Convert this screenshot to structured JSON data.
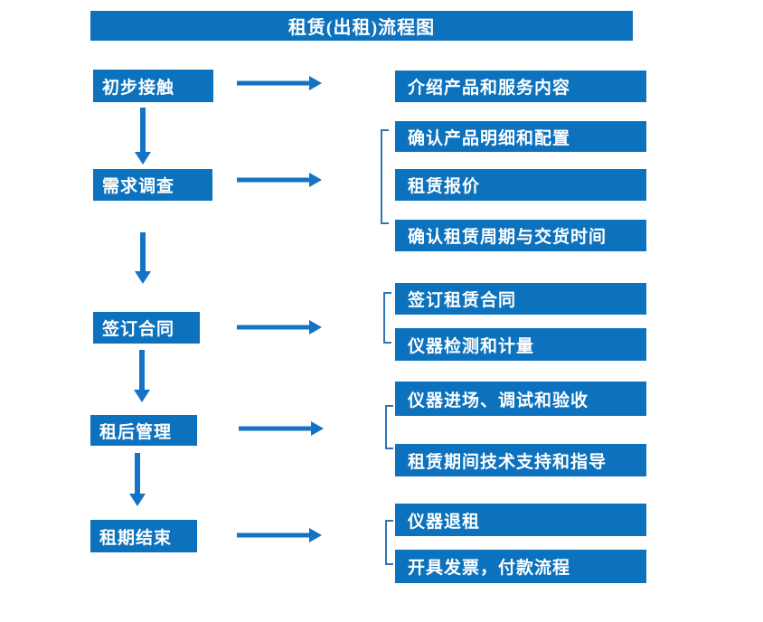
{
  "title": "租赁(出租)流程图",
  "colors": {
    "box_blue": "#0d72bd",
    "arrow_blue": "#1573c6",
    "bracket_blue": "#2e75b6",
    "text_white": "#ffffff",
    "background": "#ffffff"
  },
  "flow": [
    {
      "stage": "初步接触",
      "details": [
        "介绍产品和服务内容"
      ]
    },
    {
      "stage": "需求调查",
      "details": [
        "确认产品明细和配置",
        "租赁报价",
        "确认租赁周期与交货时间"
      ]
    },
    {
      "stage": "签订合同",
      "details": [
        "签订租赁合同",
        "仪器检测和计量"
      ]
    },
    {
      "stage": "租后管理",
      "details": [
        "仪器进场、调试和验收",
        "租赁期间技术支持和指导"
      ]
    },
    {
      "stage": "租期结束",
      "details": [
        "仪器退租",
        "开具发票，付款流程"
      ]
    }
  ]
}
